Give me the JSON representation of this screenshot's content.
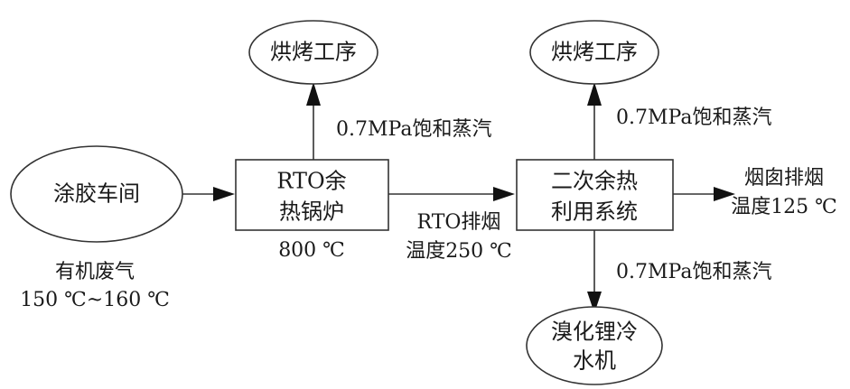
{
  "nodes": {
    "workshop": "涂胶车间",
    "rto_boiler": [
      "RTO余",
      "热锅炉"
    ],
    "secondary_heat": [
      "二次余热",
      "利用系统"
    ],
    "baking_left": "烘烤工序",
    "baking_right": "烘烤工序",
    "chiller": [
      "溴化锂冷",
      "水机"
    ]
  },
  "labels": {
    "organic_gas": [
      "有机废气",
      "150 ℃~160 ℃"
    ],
    "boiler_temp": "800 ℃",
    "rto_exhaust": [
      "RTO排烟",
      "温度250 ℃"
    ],
    "chimney": [
      "烟囱排烟",
      "温度125 ℃"
    ],
    "steam_left": "0.7MPa饱和蒸汽",
    "steam_right_top": "0.7MPa饱和蒸汽",
    "steam_right_bottom": "0.7MPa饱和蒸汽"
  },
  "colors": {
    "stroke": "#333333",
    "arrowhead": "#111111",
    "text": "#1a1a1a"
  }
}
